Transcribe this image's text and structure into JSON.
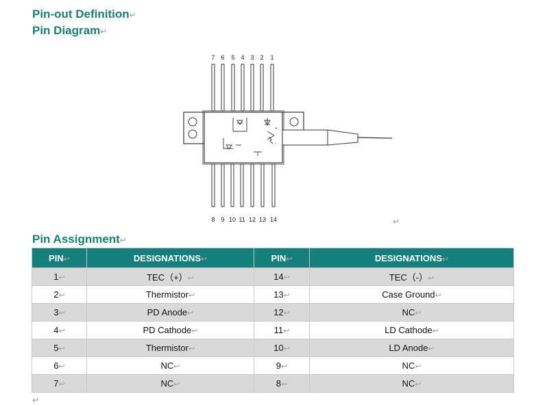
{
  "headings": {
    "pinout": "Pin-out Definition",
    "diagram": "Pin Diagram",
    "assignment": "Pin Assignment"
  },
  "para_mark": "↵",
  "cell_mark": "↩",
  "diagram": {
    "top_pins": [
      "7",
      "6",
      "5",
      "4",
      "3",
      "2",
      "1"
    ],
    "bottom_pins": [
      "8",
      "9",
      "10",
      "11",
      "12",
      "13",
      "14"
    ]
  },
  "table": {
    "headers": [
      "PIN",
      "DESIGNATIONS",
      "PIN",
      "DESIGNATIONS"
    ],
    "rows": [
      {
        "pin_a": "1",
        "des_a": "TEC（+）",
        "pin_b": "14",
        "des_b": "TEC（-）"
      },
      {
        "pin_a": "2",
        "des_a": "Thermistor",
        "pin_b": "13",
        "des_b": "Case Ground"
      },
      {
        "pin_a": "3",
        "des_a": "PD Anode",
        "pin_b": "12",
        "des_b": "NC"
      },
      {
        "pin_a": "4",
        "des_a": "PD Cathode",
        "pin_b": "11",
        "des_b": "LD Cathode"
      },
      {
        "pin_a": "5",
        "des_a": "Thermistor",
        "pin_b": "10",
        "des_b": "LD Anode"
      },
      {
        "pin_a": "6",
        "des_a": "NC",
        "pin_b": "9",
        "des_b": "NC"
      },
      {
        "pin_a": "7",
        "des_a": "NC",
        "pin_b": "8",
        "des_b": "NC"
      }
    ]
  },
  "colors": {
    "heading": "#1b7f72",
    "table_header": "#147f7c",
    "row_shaded": "#d9d9d9"
  }
}
